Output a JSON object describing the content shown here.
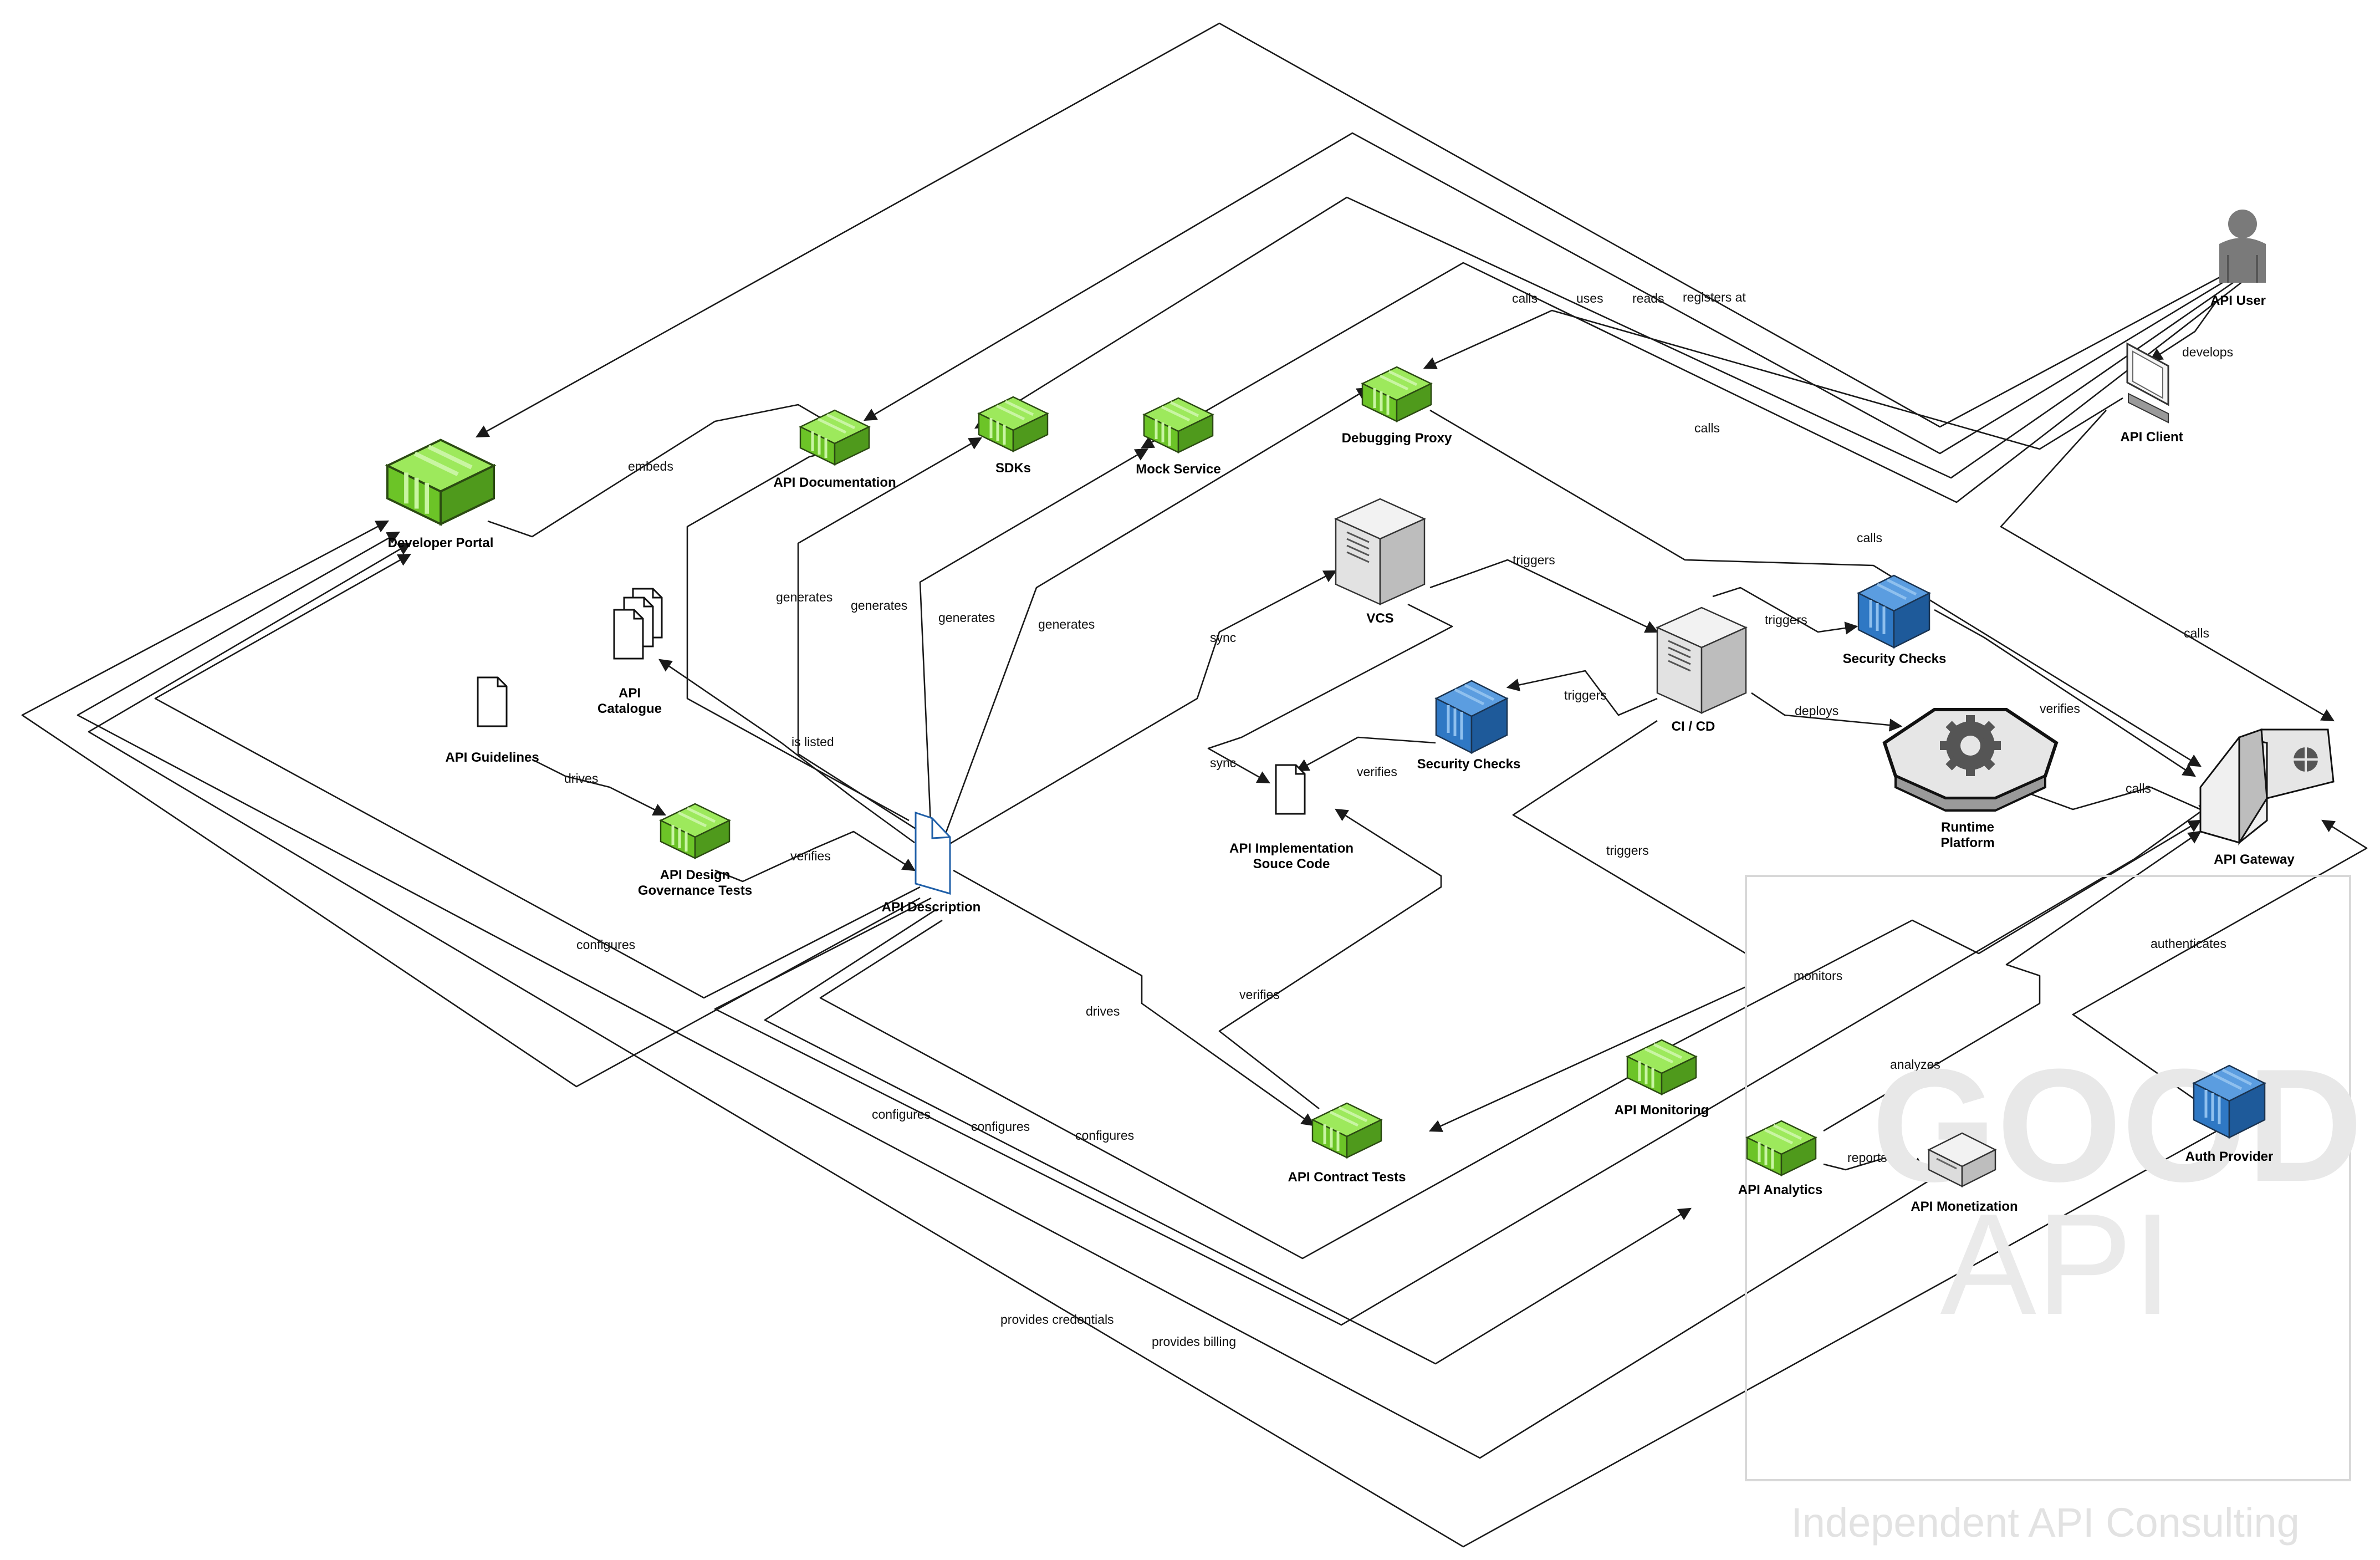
{
  "nodes": {
    "developer_portal": "Developer Portal",
    "api_documentation": "API Documentation",
    "sdks": "SDKs",
    "mock_service": "Mock Service",
    "debugging_proxy": "Debugging Proxy",
    "api_user": "API User",
    "api_client": "API Client",
    "vcs": "VCS",
    "ci_cd": "CI / CD",
    "security_checks_top": "Security Checks",
    "security_checks_mid": "Security Checks",
    "runtime_platform": [
      "Runtime",
      "Platform"
    ],
    "api_gateway": "API Gateway",
    "api_catalogue": [
      "API",
      "Catalogue"
    ],
    "api_guidelines": "API Guidelines",
    "api_design_governance_tests": [
      "API Design",
      "Governance Tests"
    ],
    "api_description": "API Description",
    "api_implementation_source_code": [
      "API Implementation",
      "Souce Code"
    ],
    "api_contract_tests": "API Contract Tests",
    "api_monitoring": "API Monitoring",
    "api_analytics": "API Analytics",
    "api_monetization": "API Monetization",
    "auth_provider": "Auth Provider"
  },
  "edge_labels": {
    "embeds": "embeds",
    "generates_docs": "generates",
    "generates_sdks": "generates",
    "generates_mock": "generates",
    "generates_proxy": "generates",
    "calls_top": "calls",
    "uses": "uses",
    "reads": "reads",
    "registers_at": "registers at",
    "develops": "develops",
    "calls_client_proxy": "calls",
    "calls_proxy_gateway": "calls",
    "calls_client_gateway": "calls",
    "triggers_vcs": "triggers",
    "triggers_sec_top": "triggers",
    "triggers_sec_mid": "triggers",
    "deploys": "deploys",
    "verifies_sec_gateway": "verifies",
    "calls_gateway_runtime": "calls",
    "sync_vcs": "sync",
    "sync_src": "sync",
    "verifies_sec_src": "verifies",
    "is_listed": "is listed",
    "drives_guidelines": "drives",
    "verifies_design": "verifies",
    "configures_portal": "configures",
    "triggers_contract": "triggers",
    "drives_contract": "drives",
    "verifies_contract": "verifies",
    "monitors": "monitors",
    "analyzes": "analyzes",
    "reports_to": "reports to",
    "authenticates": "authenticates",
    "configures_1": "configures",
    "configures_2": "configures",
    "configures_3": "configures",
    "provides_credentials": "provides credentials",
    "provides_billing": "provides billing"
  },
  "watermark": {
    "logo_top": "GOOD",
    "logo_bottom": "API",
    "tagline": "Independent API Consulting"
  },
  "colors": {
    "green_box": "#7ed332",
    "blue_box": "#2f78c4",
    "grey_box": "#d9d9d9",
    "line": "#1a1a1a"
  }
}
